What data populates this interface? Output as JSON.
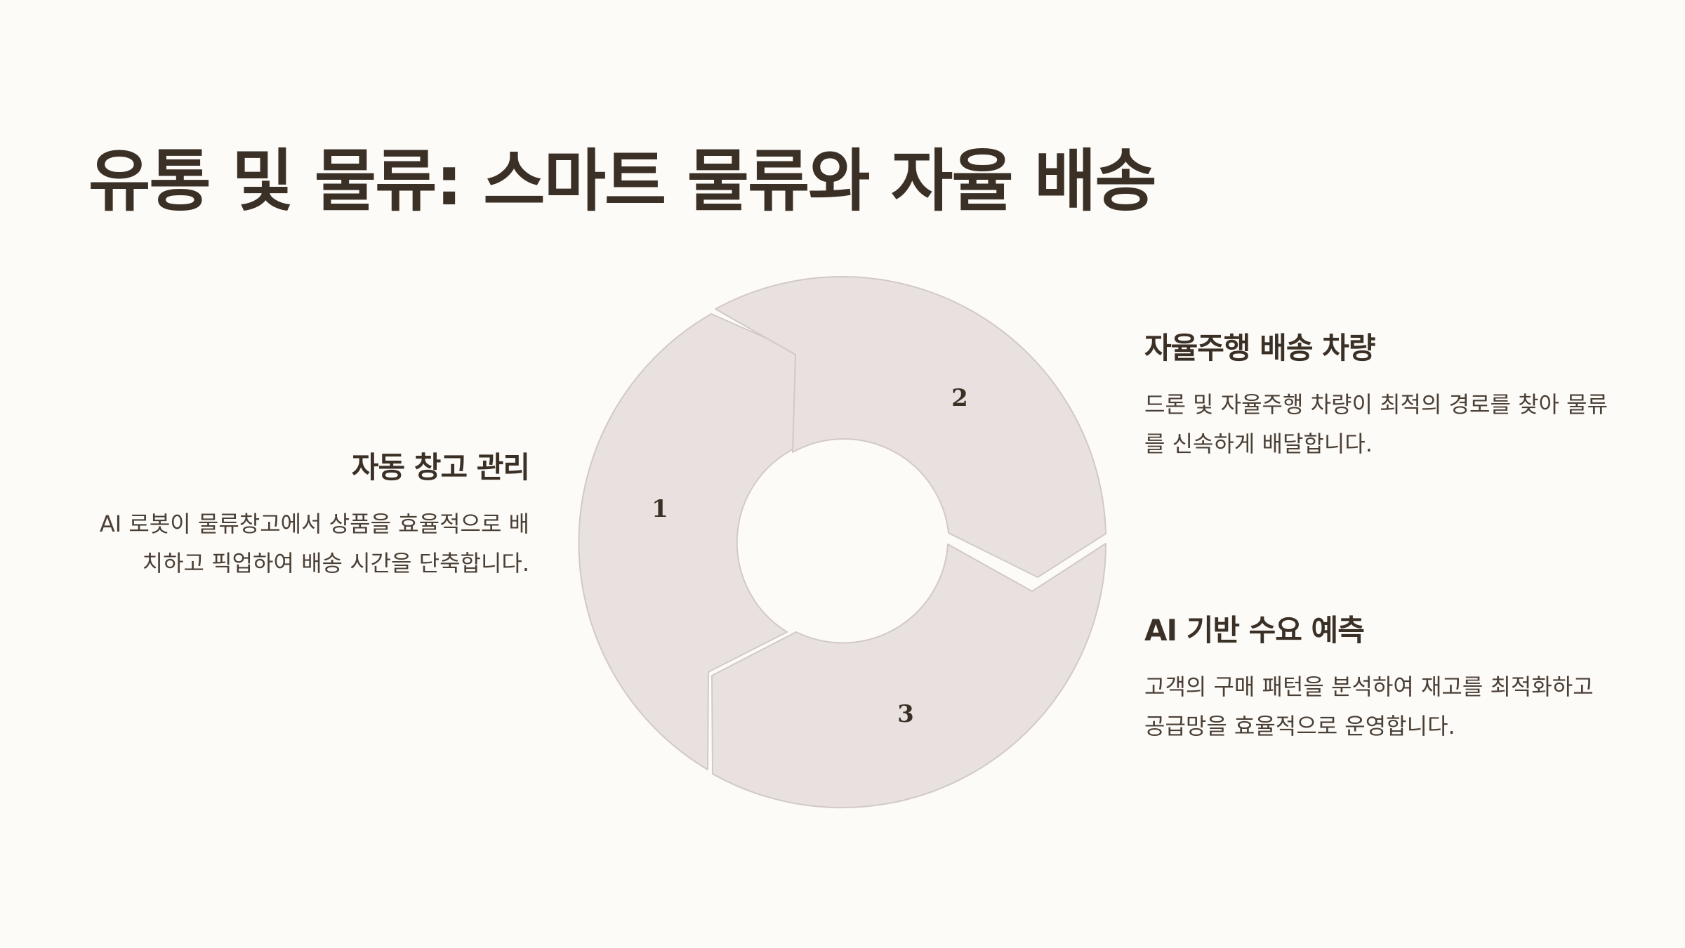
{
  "title": "유통 및 물류: 스마트 물류와 자율 배송",
  "cycle": {
    "segments": [
      {
        "number": "1"
      },
      {
        "number": "2"
      },
      {
        "number": "3"
      }
    ],
    "fill_color": "#e9e1df",
    "stroke_color": "#d2c9c7"
  },
  "items": [
    {
      "heading": "자동 창고 관리",
      "description": "AI 로봇이 물류창고에서 상품을 효율적으로 배치하고 픽업하여 배송 시간을 단축합니다."
    },
    {
      "heading": "자율주행 배송 차량",
      "description": "드론 및 자율주행 차량이 최적의 경로를 찾아 물류를 신속하게 배달합니다."
    },
    {
      "heading": "AI 기반 수요 예측",
      "description": "고객의 구매 패턴을 분석하여 재고를 최적화하고 공급망을 효율적으로 운영합니다."
    }
  ]
}
